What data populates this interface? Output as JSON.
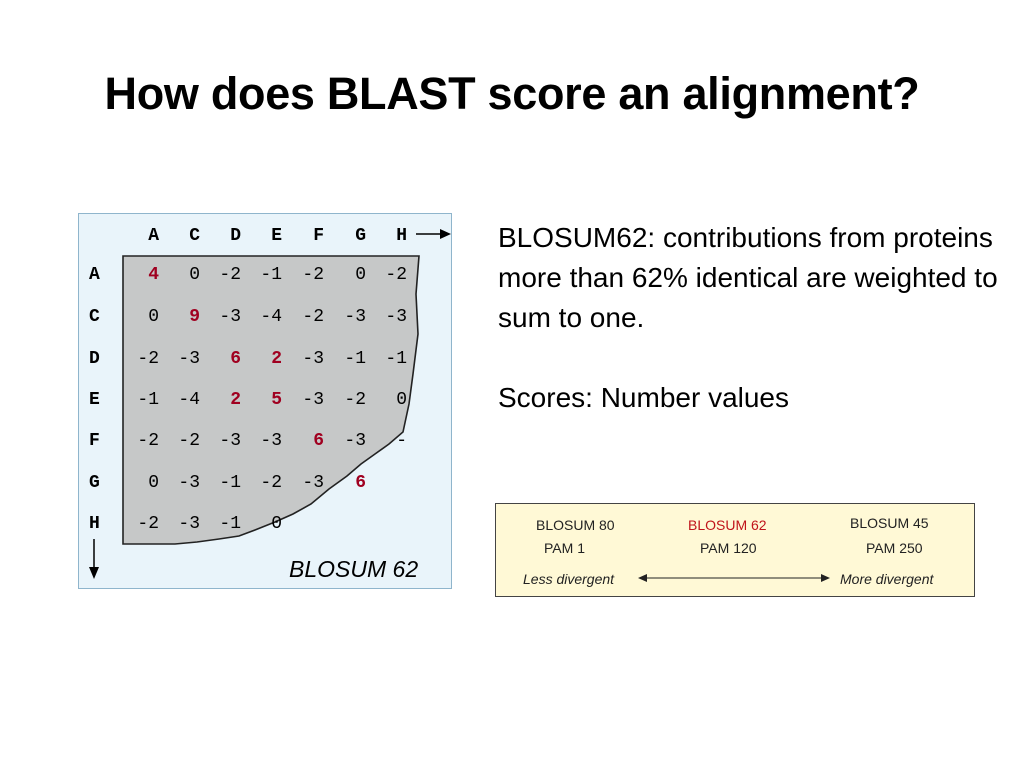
{
  "slide": {
    "title": "How does BLAST score an alignment?"
  },
  "matrix": {
    "column_labels": [
      "A",
      "C",
      "D",
      "E",
      "F",
      "G",
      "H"
    ],
    "row_labels": [
      "A",
      "C",
      "D",
      "E",
      "F",
      "G",
      "H"
    ],
    "rows": [
      [
        "4",
        "0",
        "-2",
        "-1",
        "-2",
        "0",
        "-2"
      ],
      [
        "0",
        "9",
        "-3",
        "-4",
        "-2",
        "-3",
        "-3"
      ],
      [
        "-2",
        "-3",
        "6",
        "2",
        "-3",
        "-1",
        "-1"
      ],
      [
        "-1",
        "-4",
        "2",
        "5",
        "-3",
        "-2",
        "0"
      ],
      [
        "-2",
        "-2",
        "-3",
        "-3",
        "6",
        "-3",
        "-"
      ],
      [
        "0",
        "-3",
        "-1",
        "-2",
        "-3",
        "6",
        ""
      ],
      [
        "-2",
        "-3",
        "-1",
        "0",
        "",
        "",
        ""
      ]
    ],
    "highlight_color": "#a00020",
    "caption": "BLOSUM 62"
  },
  "description": {
    "paragraph1": "BLOSUM62: contributions from proteins more than 62% identical are weighted to sum to one.",
    "paragraph2": "Scores: Number values"
  },
  "scale": {
    "col1_line1": "BLOSUM 80",
    "col1_line2": "PAM 1",
    "col2_line1": "BLOSUM 62",
    "col2_line2": "PAM 120",
    "col3_line1": "BLOSUM 45",
    "col3_line2": "PAM 250",
    "left_label": "Less divergent",
    "right_label": "More divergent",
    "highlight_color": "#c0141b"
  }
}
